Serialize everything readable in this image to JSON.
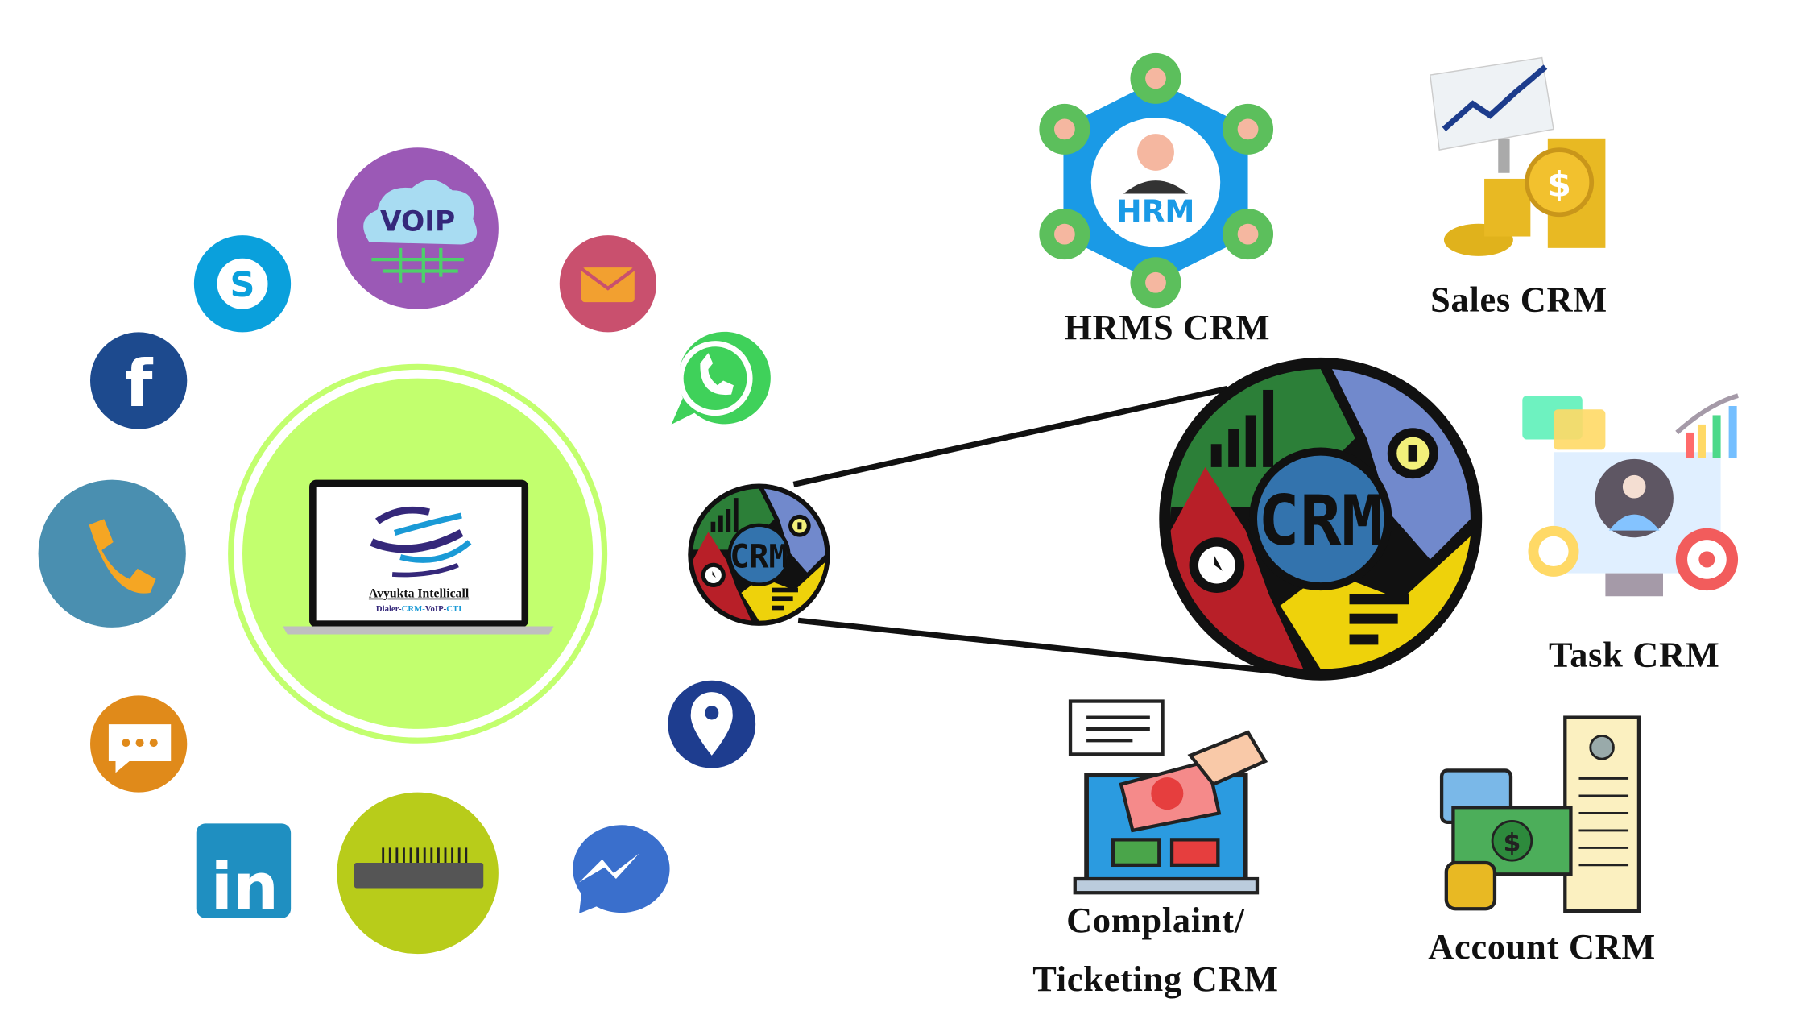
{
  "brand": {
    "name": "Avyukta Intellicall",
    "tagline_parts": [
      "Dialer-",
      "CRM-",
      "VoIP-",
      "CTI"
    ]
  },
  "hub": {
    "center_badge": "CRM",
    "voip_badge": "VOIP"
  },
  "channels": [
    "voip-icon",
    "skype-icon",
    "email-icon",
    "facebook-icon",
    "whatsapp-icon",
    "phone-icon",
    "location-icon",
    "chat-icon",
    "linkedin-icon",
    "gsm-gateway-icon",
    "messenger-icon"
  ],
  "modules": {
    "hrms": {
      "label": "HRMS CRM",
      "badge": "HRM"
    },
    "sales": {
      "label": "Sales CRM"
    },
    "task": {
      "label": "Task CRM"
    },
    "complaint": {
      "label_line1": "Complaint/",
      "label_line2": "Ticketing CRM"
    },
    "account": {
      "label": "Account CRM"
    }
  },
  "colors": {
    "hub_green": "#c2ff6e",
    "crm_green": "#2c7f38",
    "crm_blue": "#7189cc",
    "crm_yellow": "#eed20b",
    "crm_red": "#b81f28",
    "crm_center": "#3373ad"
  }
}
